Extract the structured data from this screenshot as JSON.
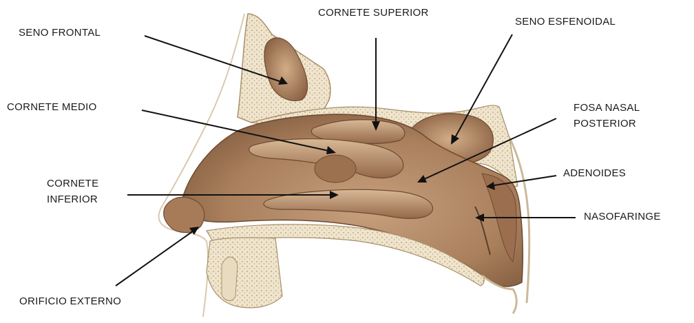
{
  "labels": {
    "seno_frontal": "SENO FRONTAL",
    "cornete_superior": "CORNETE SUPERIOR",
    "seno_esfenoidal": "SENO ESFENOIDAL",
    "cornete_medio": "CORNETE MEDIO",
    "fosa_nasal_line1": "FOSA NASAL",
    "fosa_nasal_line2": "POSTERIOR",
    "adenoides": "ADENOIDES",
    "cornete_inferior_line1": "CORNETE",
    "cornete_inferior_line2": "INFERIOR",
    "nasofaringe": "NASOFARINGE",
    "orificio_externo": "ORIFICIO EXTERNO"
  },
  "colors": {
    "tissue": "#b98f6c",
    "tissue_dark": "#7a5438",
    "bone": "#efe4cc",
    "bone_dots": "#b59a74",
    "line": "#111111"
  }
}
